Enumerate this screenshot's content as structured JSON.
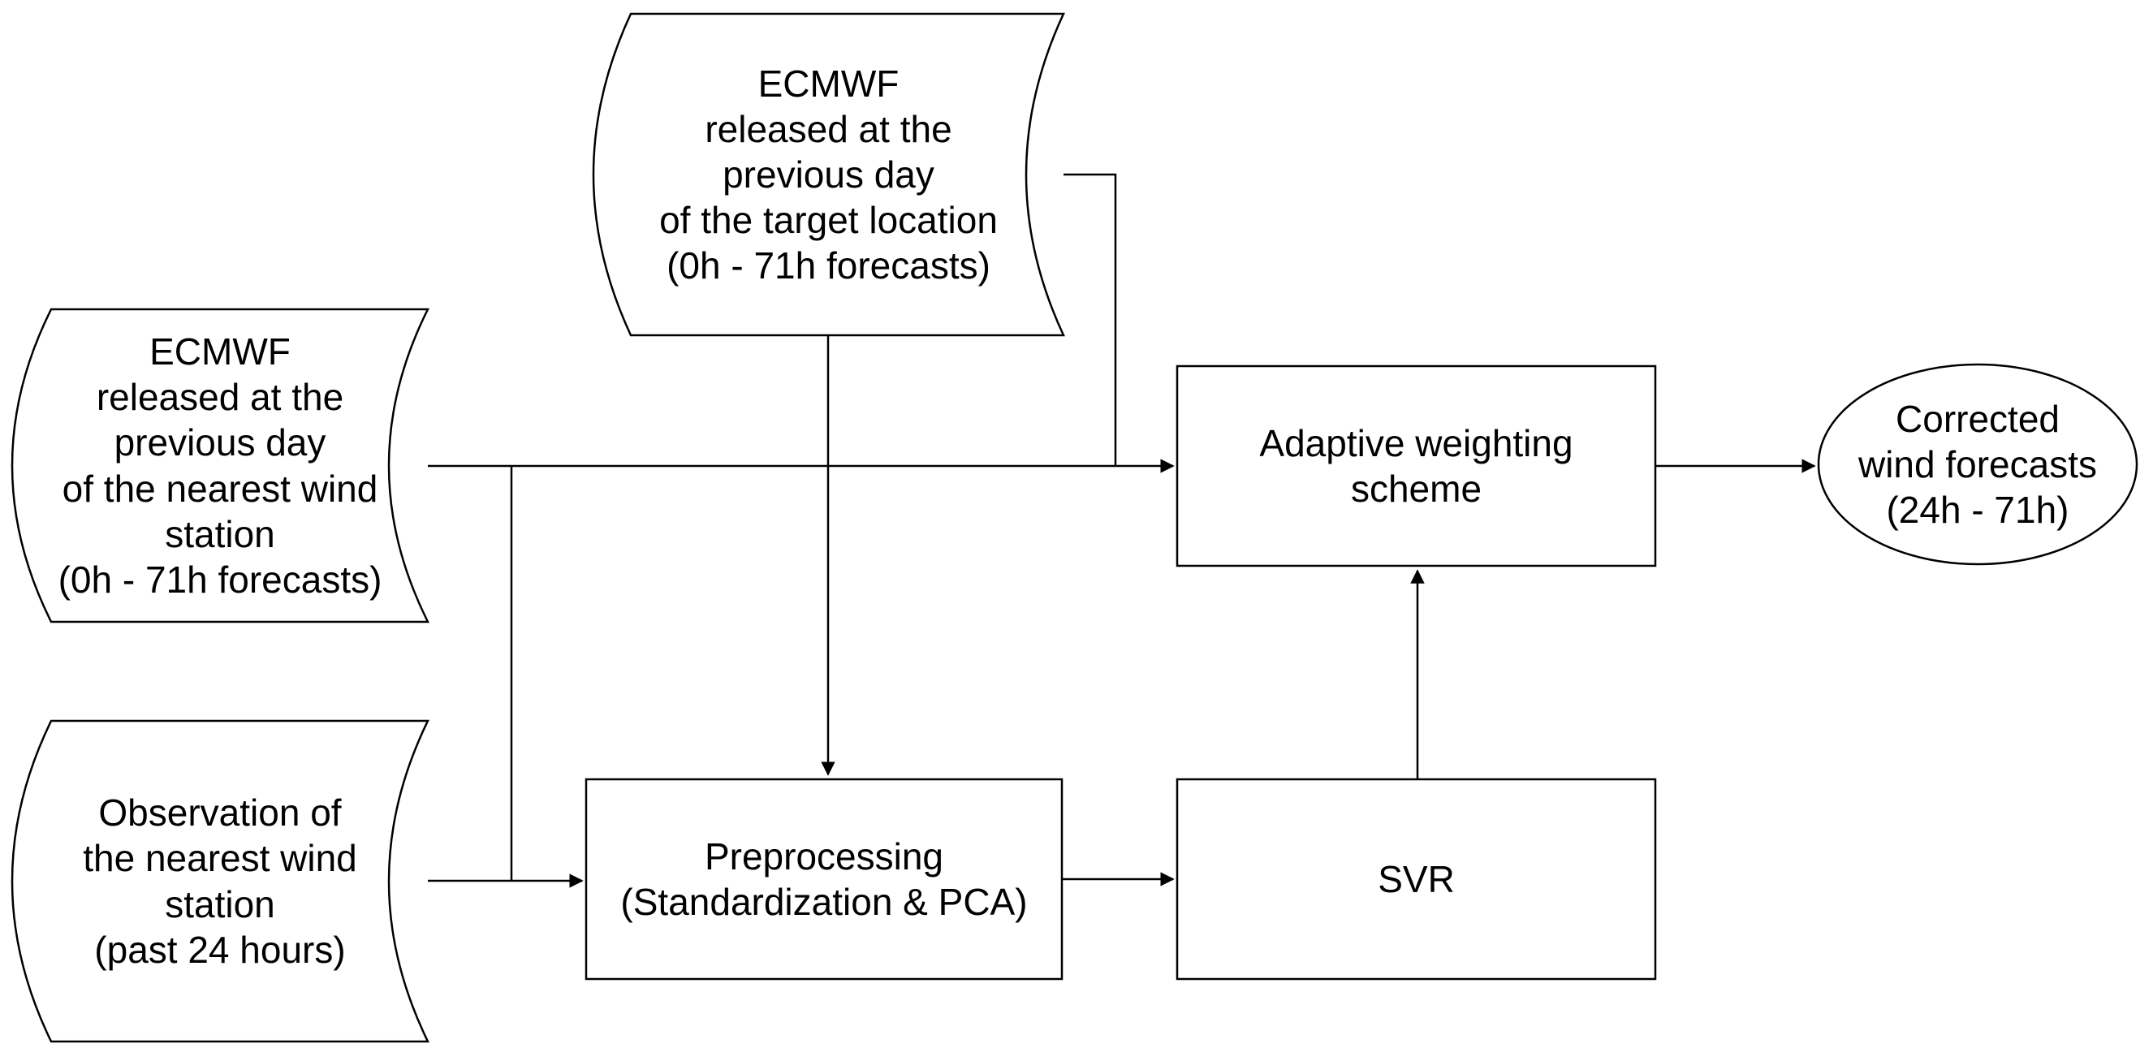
{
  "diagram": {
    "type": "flowchart",
    "colors": {
      "background": "#ffffff",
      "shape_fill": "#ffffff",
      "stroke": "#000000",
      "text": "#000000"
    },
    "nodes": {
      "ecmwf_target": {
        "shape": "stored-data",
        "lines": [
          "ECMWF",
          "released at the",
          "previous day",
          "of the target location",
          "(0h - 71h forecasts)"
        ]
      },
      "ecmwf_nearest": {
        "shape": "stored-data",
        "lines": [
          "ECMWF",
          "released at the",
          "previous day",
          "of the nearest wind",
          "station",
          "(0h - 71h forecasts)"
        ]
      },
      "observation": {
        "shape": "stored-data",
        "lines": [
          "Observation of",
          "the nearest wind",
          "station",
          "(past 24 hours)"
        ]
      },
      "preprocessing": {
        "shape": "process",
        "lines": [
          "Preprocessing",
          "(Standardization & PCA)"
        ]
      },
      "svr": {
        "shape": "process",
        "lines": [
          "SVR"
        ]
      },
      "adaptive_weighting": {
        "shape": "process",
        "lines": [
          "Adaptive weighting",
          "scheme"
        ]
      },
      "corrected_output": {
        "shape": "ellipse",
        "lines": [
          "Corrected",
          "wind forecasts",
          "(24h - 71h)"
        ]
      }
    },
    "edges": [
      {
        "from": "ecmwf_nearest",
        "to": "adaptive_weighting",
        "style": "arrow"
      },
      {
        "from": "ecmwf_nearest",
        "to": "preprocessing",
        "style": "arrow"
      },
      {
        "from": "observation",
        "to": "preprocessing",
        "style": "arrow"
      },
      {
        "from": "ecmwf_target",
        "to": "preprocessing",
        "style": "arrow"
      },
      {
        "from": "ecmwf_target",
        "to": "adaptive_weighting",
        "style": "arrow"
      },
      {
        "from": "preprocessing",
        "to": "svr",
        "style": "arrow"
      },
      {
        "from": "svr",
        "to": "adaptive_weighting",
        "style": "arrow"
      },
      {
        "from": "adaptive_weighting",
        "to": "corrected_output",
        "style": "arrow"
      }
    ]
  }
}
